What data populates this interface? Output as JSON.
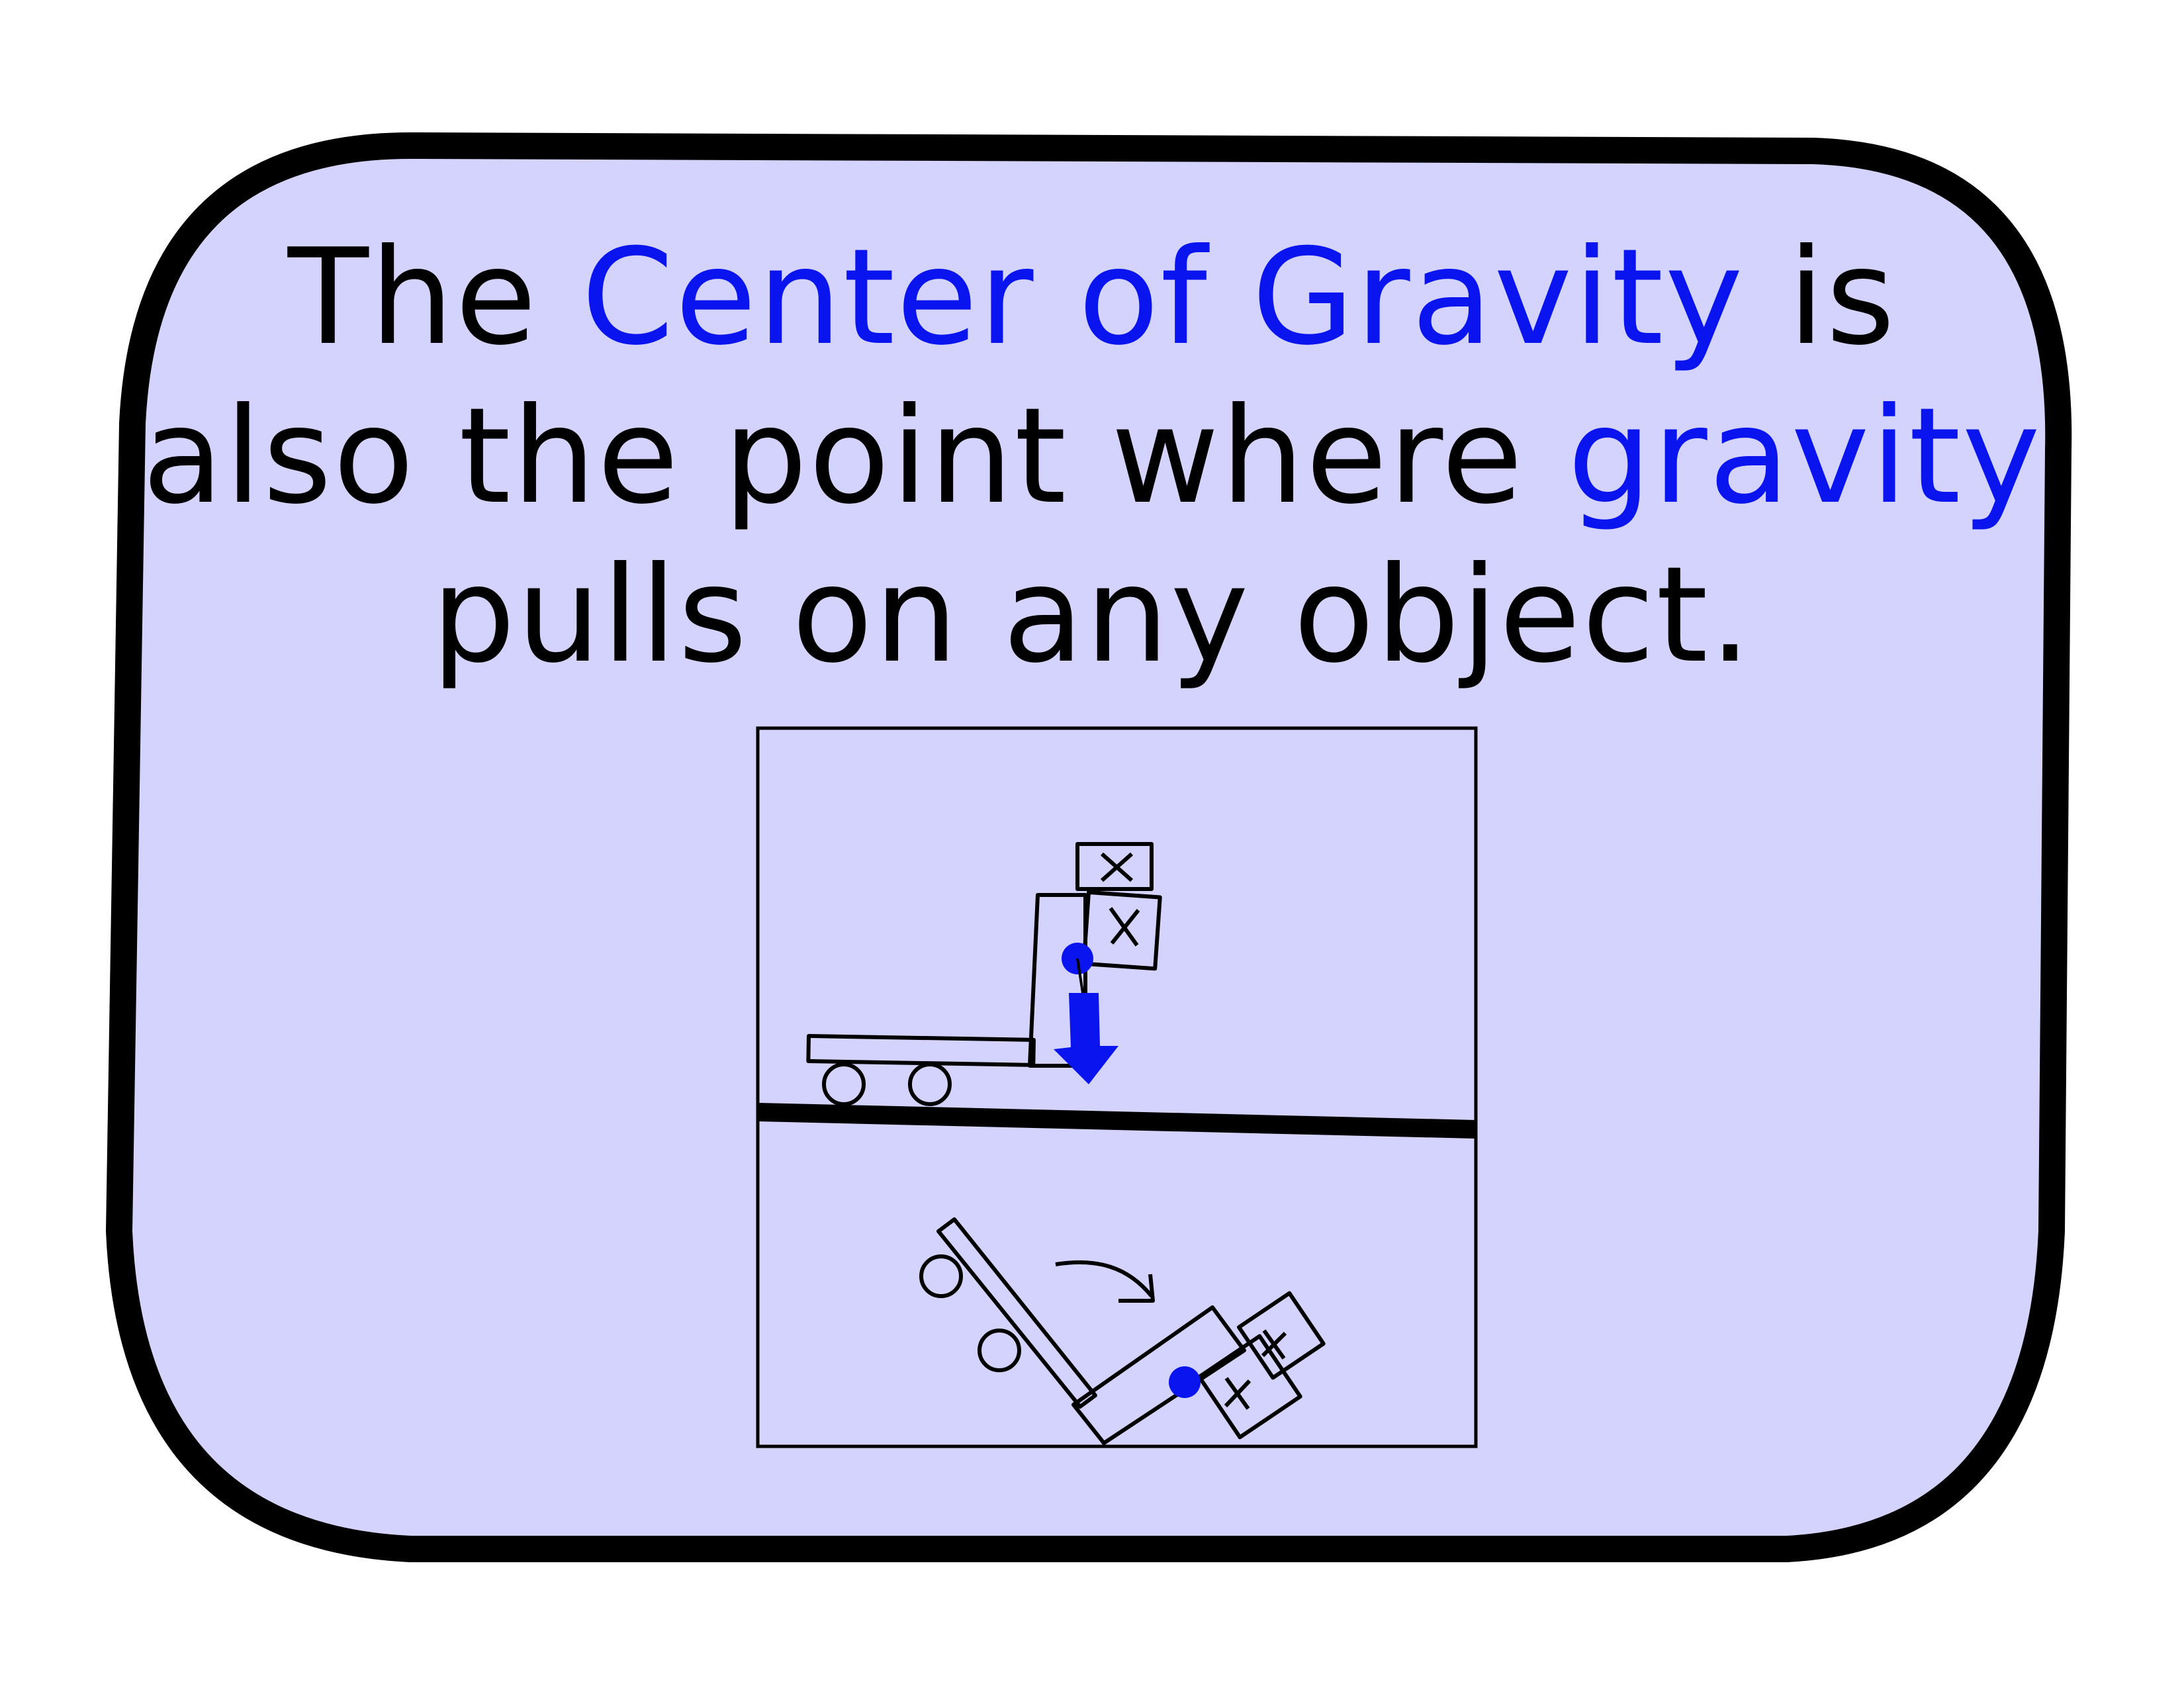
{
  "headline": {
    "part1": "The ",
    "term1": "Center of Gravity",
    "part2": " is",
    "part3": "also the point where ",
    "term2": "gravity",
    "part4": "pulls on any object."
  },
  "colors": {
    "card_fill": "#d3d3fd",
    "card_border": "#000000",
    "highlight": "#0a14ee",
    "text": "#000000"
  },
  "figure": {
    "top_panel": "forklift upright carrying boxes with center of gravity dot and downward arrow",
    "bottom_panel": "forklift tipped over with boxes; center of gravity dot and curved tipping arrow"
  }
}
